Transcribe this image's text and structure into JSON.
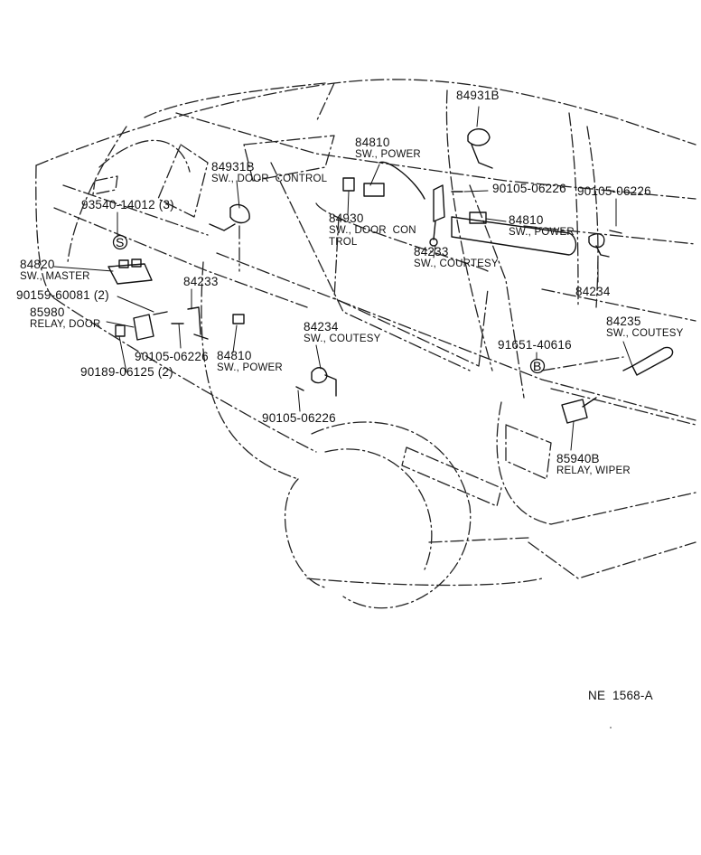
{
  "diagram": {
    "code": "NE  1568-A",
    "callouts": [
      {
        "id": "84931B_top",
        "part": "84931B",
        "desc": ""
      },
      {
        "id": "84810_a",
        "part": "84810",
        "desc": "SW., POWER"
      },
      {
        "id": "84931B_mid",
        "part": "84931B",
        "desc": "SW., DOOR  CONTROL"
      },
      {
        "id": "90105_a",
        "part": "90105-06226",
        "desc": ""
      },
      {
        "id": "90105_b",
        "part": "90105-06226",
        "desc": ""
      },
      {
        "id": "93540",
        "part": "93540-14012 (3)",
        "desc": ""
      },
      {
        "id": "84930",
        "part": "84930",
        "desc": "SW., DOOR  CON\nTROL"
      },
      {
        "id": "84810_b",
        "part": "84810",
        "desc": "SW., POWER"
      },
      {
        "id": "84233_a",
        "part": "84233",
        "desc": "SW., COURTESY"
      },
      {
        "id": "84234_a",
        "part": "84234",
        "desc": ""
      },
      {
        "id": "84820",
        "part": "84820",
        "desc": "SW., MASTER"
      },
      {
        "id": "84233_b",
        "part": "84233",
        "desc": ""
      },
      {
        "id": "90159",
        "part": "90159-60081 (2)",
        "desc": ""
      },
      {
        "id": "85980",
        "part": "85980",
        "desc": "RELAY, DOOR"
      },
      {
        "id": "84234_b",
        "part": "84234",
        "desc": "SW., COUTESY"
      },
      {
        "id": "84235",
        "part": "84235",
        "desc": "SW., COUTESY"
      },
      {
        "id": "91651",
        "part": "91651-40616",
        "desc": ""
      },
      {
        "id": "90105_c",
        "part": "90105-06226",
        "desc": ""
      },
      {
        "id": "84810_c",
        "part": "84810",
        "desc": "SW., POWER"
      },
      {
        "id": "90189",
        "part": "90189-06125 (2)",
        "desc": ""
      },
      {
        "id": "90105_d",
        "part": "90105-06226",
        "desc": ""
      },
      {
        "id": "85940B",
        "part": "85940B",
        "desc": "RELAY, WIPER"
      }
    ],
    "markers": [
      {
        "id": "marker_s",
        "text": "S"
      },
      {
        "id": "marker_b",
        "text": "B"
      }
    ]
  }
}
